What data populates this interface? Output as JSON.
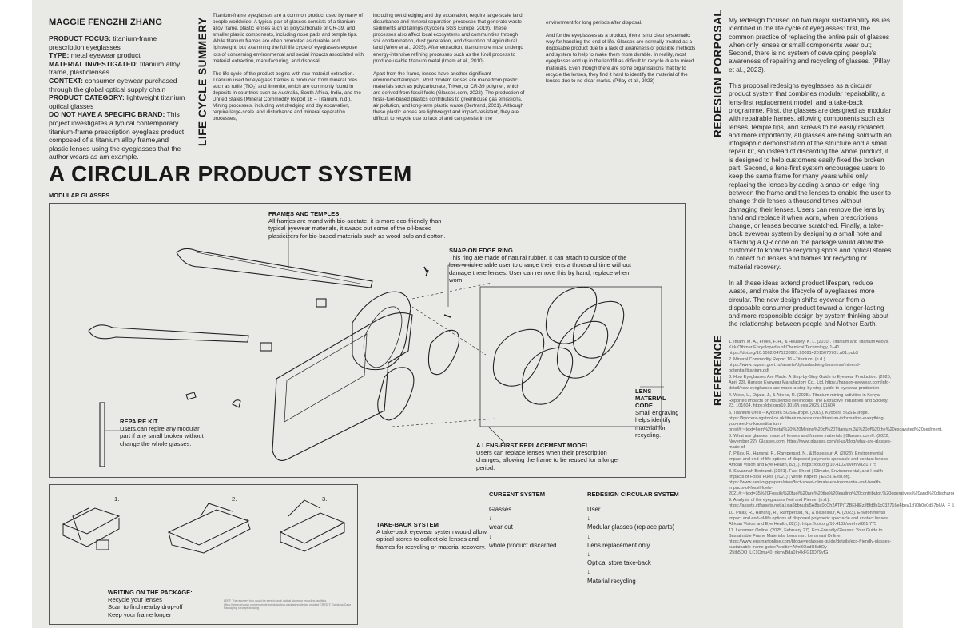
{
  "author": "MAGGIE FENGZHI ZHANG",
  "meta": [
    {
      "k": "PRODUCT FOCUS:",
      "v": " titanium-frame prescription eyeglasses"
    },
    {
      "k": "TYPE:",
      "v": " metal eyewear product"
    },
    {
      "k": "MATERIAL INVESTIGATED:",
      "v": " titanium alloy frame, plasticlenses"
    },
    {
      "k": "CONTEXT:",
      "v": " consumer eyewear purchased through the global optical supply chain"
    },
    {
      "k": "PRODUCT CATEGORY:",
      "v": " lightweight titanium optical glasses"
    },
    {
      "k": "DO NOT HAVE A SPECIFIC BRAND:",
      "v": " This project investigates a typical contemporary titanium-frame prescription eyeglass product composed of a titanium alloy frame,and plastic lenses using the eyeglasses that the author wears as am example."
    }
  ],
  "lifecycle": {
    "heading": "LIFE CYCLE SUMMERY",
    "col1_p1": "Titanium-frame eyeglasses are a common product used by many of people worldwide. A typical pair of glasses consists of a titanium alloy frame, plastic lenses such as polycarbonate or CR-39, and smaller plastic components, including nose pads and temple tips. While titanium frames are often promoted as durable and lightweight, but examining the full life cycle of eyeglasses expose lots of concerning environmental and social impacts associated with material extraction, manufacturing, and disposal.",
    "col1_p2": "The life cycle of the product begins with raw material extraction. Titanium used for eyeglass frames is produced from mineral ores such as rutile (TiO₂) and ilmenite, which are commonly found in deposits in countries such as Australia, South Africa, India, and the United States (Mineral Commodity Report 16 – Titanium, n.d.). Mining processes, including wet dredging and dry excavation, require large-scale land disturbance and mineral separation processes,",
    "col2_p1": "including wet dredging and dry excavation, require large-scale land disturbance and mineral separation processes that generate waste sediments and tailings (Kyocera SGS Europe, 2019). These processes also affect local ecosystems and communities through soil contamination, dust generation, and disruption of agricultural land (Were et al., 2025). After extraction, titanium ore must undergo energy-intensive refining processes such as the Kroll process to produce usable titanium metal (Imam et al., 2010).",
    "col2_p2": "Apart from the frame, lenses have another significant environmentalimpact. Most modern lenses are made from plastic materials such as polycarbonate, Trivex, or CR-39 polymer, which are derived from fossil fuels (Glasses.com, 2022). The production of fossil-fuel-based plastics contributes to greenhouse gas emissions, air pollution, and long-term plastic waste (Bertrand, 2021). Although these plastic lenses are lightweight and impact-resistant, they are difficult to recycle due to lack of and can persist in the",
    "col3_p1": "environment for long periods after disposal.",
    "col3_p2": "And for the eyeglasses as a product, there is no clear systematic way for handling the end of life. Glasses are normally treated as a disposable product due to a lack of awareness of possible methods and system to help to make them more durable. In reality, most eyeglasses end up in the landfill as difficult to recycle due to mixed materials. Even though there are some organisations that try to recycle the lenses, they find it hard to identify the material of the lenses due to no clear marks. (Pillay et al., 2023)"
  },
  "title": "A CIRCULAR PRODUCT SYSTEM",
  "subtitle": "MODULAR GLASSES",
  "labels": {
    "frames_h": "FRAMES AND TEMPLES",
    "frames_t": "All frames are mand with bio-acetate, it is more eco-friendly than typical eyewear materials, it swaps out some of the oil-based plasticizers for bio-based materials such as wood pulp and cotton.",
    "snap_h": "SNAP-ON EDGE RING",
    "snap_t": "This ring are made of natural rubber. It can attach to outside of the lens which enable user to change their lens a thousand time without damage there lenses. User can remove this by hand, replace when worn.",
    "code_h": "LENS MATERIAL CODE",
    "code_t": "Small engraving helps identify material for recycling.",
    "repair_h": "REPAIRE KIT",
    "repair_t": "Users can repire any modular part if any small broken without change the whole glasses.",
    "lens_h": "A LENS-FIRST REPLACEMENT MODEL",
    "lens_t": "Users can replace lenses when their prescription changes, allowing the frame to be reused for a longer period.",
    "step1": "1.",
    "step2": "2.",
    "step3": "3.",
    "takeback_h": "TAKE-BACK SYSTEM",
    "takeback_t": "A take-back eyewear system would allow optical stores to collect old lenses and frames for recycling or material recovery.",
    "writing_h": "WRITING ON THE PACKAGE:",
    "writing_t": "Recycle your lenses\nScan to find nearby drop-off\nKeep your frame longer",
    "fine_print": "LEFT: The recovery box could be sent to local optical stores or recycling facilities. https://www.amazon.com/example-eyeglass-box-packaging-design product CREDIT: Eyeglass Case Packaging concept drawing"
  },
  "current": {
    "heading": "CUREENT SYSTEM",
    "items": [
      "Glasses",
      "↓",
      "wear out",
      "↓",
      "whole product discarded"
    ]
  },
  "redesign_flow": {
    "heading": "REDESIGN CIRCULAR SYSTEM",
    "items": [
      "User",
      "↓",
      "Modular glasses (replace parts)",
      "↓",
      "Lens replacement only",
      "↓",
      "Optical store take-back",
      "↓",
      "Material recycling"
    ]
  },
  "proposal": {
    "heading": "REDESIGN PORPOSAL",
    "p1": "My redesign focused on two major sustainability issues identified in the life cycle of eyeglasses: first, the common practice of replacing the entire pair of glasses when only lenses or small components wear out; Second, there is no system of developing people's awareness of repairing and recycling of glasses. (Pillay et al., 2023).",
    "p2": "This proposal redesigns eyeglasses as a circular product system that combines modular repairability, a lens-first replacement model, and a take-back programme. First, the glasses are designed as modular with repairable frames, allowing components such as lenses, temple tips, and screws to be easily replaced, and more importantly, all glasses are being sold with an infographic demonstration of the structure and a small repair kit, so instead of discarding the whole product, it is designed to help customers easily fixed the broken part. Second, a lens-first system encourages users to keep the same frame for many years while only replacing the lenses by adding a snap-on edge ring between the frame and the lenses to enable the user to change their lenses a thousand times without damaging their lenses. Users can remove the lens by hand and replace it when worn, when prescriptions change, or lenses become scratched. Finally, a take-back eyewear system by designing a small note and attaching a QR code on the package would allow the customer to know the recycling spots and optical stores to collect old lenses and frames for recycling or material recovery.",
    "p3": "In all these ideas extend product lifespan, reduce waste, and make the lifecycle of eyeglasses more circular. The new design shifts eyewear from a disposable consumer product toward a longer-lasting and more responsible design by system thinking about the relationship between people and Mother Earth."
  },
  "reference": {
    "heading": "REFERENCE",
    "items": [
      "1. Imam, M. A., Froes, F. H., & Housley, K. L. (2010). Titanium and Titanium Alloys. Kirk-Othmer Encyclopedia of Chemical Technology, 1–41. https://doi.org/10.1002/0471238961.2009142015070701.a01.pub3",
      "2. Mineral Commodity Report 16 –Titanium. (n.d.). https://www.nzpam.govt.nz/assets/Uploads/doing-business/mineral-potential/titanium.pdf",
      "3. How Eyeglasses Are Made: A Step-by-Step Guide to Eyewear Production. (2025, April 23). Hanson Eyewear Manufactory Co., Ltd. https://hanson-eyewear.com/info-detail/how-eyeglasses-are-made-a-step-by-step-guide-to-eyewear-production",
      "4. Were, L., Orjala, J., & Abeno, R. (2025). Titanium mining activities in Kenya: Reported impacts on household livelihoods. The Extractive Industries and Society, 23, 101604. https://doi.org/10.1016/j.exis.2025.101604",
      "5. Titanium Ores – Kyocera SGS Europe. (2019). Kyocera SGS Europe. https://kyocera-sgstool.co.uk/titanium-resources/titanium-information-everything-you-need-to-know/titanium-ores/#:~:text=Ilem%20metal%20%20Mining%20of%20Titanium.3&%20of%20the%20excavated%20sediment.",
      "6. What are glasses made of: lenses and frames materials | Glasses.com®. (2022, November 22). Glasses.com. https://www.glasses.com/gl-us/blog/what-are-glasses-made-of",
      "7. Pillay, R., Hansraj, R., Ramperssd, N., & Bissessur, A. (2023). Environmental impact and end-of-life options of disposed polymeric spectacle and contact lenses. African Vision and Eye Health, 82(1). https://doi.org/10.4102/aveh.v82i1.775",
      "8. Savannah Bertrand. (2021). Fact Sheet | Climate, Environmental, and Health Impacts of Fossil Fuels (2021) | White Papers | EESI. Eesi.org. https://www.eesi.org/papers/view/fact-sheet-climate-environmental-and-health-impacts-of-fossil-fuels-2021#:~:text=35%20Fossils%20fuel%20are%20the%20leading%20contributor,%20operatives%20and%20discharge%20costs",
      "9. Analysis of the eyeglasses Neil and Pierce. (n.d.). https://assets.ctfassets.net/a1xia6bbnuib/5A8ba0cCh2ATPjTZBEHlEz/f8fd8b1c032716e4bea1d70b0e0d57b6/A_F_L/CA_Report.pdf",
      "10. Pillay, R., Hansraj, R., Ramperssd, N., & Bissessur, A. (2023). Environmental impact and end-of-life options of disposed polymeric spectacle and contact lenses. African Vision and Eye Health, 82(1). https://doi.org/10.4102/aveh.v82i1.775",
      "11. Lensmart Online. (2025, February 27). Eco-Friendly Glasses: Your Guide to Sustainable Frame Materials. Lensmart. Lensmart Online. https://www.lensmartonline.com/blog/eyeglasses-guide/details/eco-friendly-glasses-sustainable-frame-guide?srsltid=AfmBOodHSdtOy-i25th5DQ_LC1Qmu40_nkmyBda0Ih4kFGDO79yfG"
    ]
  }
}
